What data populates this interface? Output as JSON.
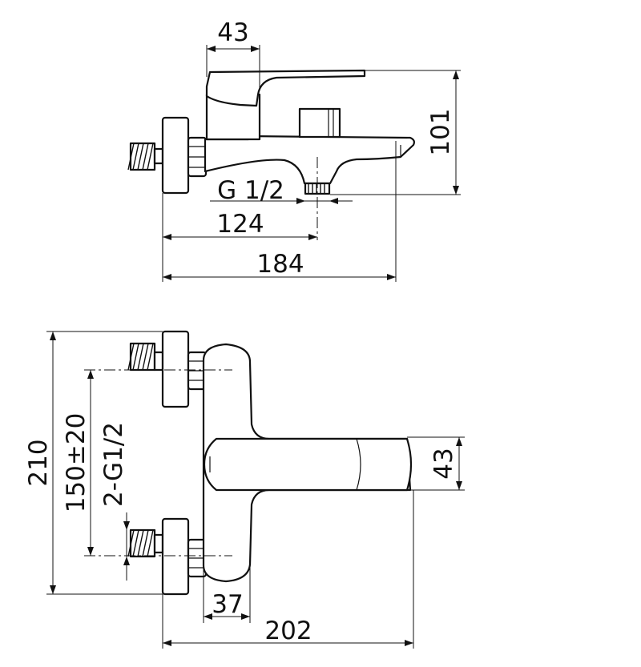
{
  "side_view": {
    "dim_top_width": "43",
    "dim_height": "101",
    "dim_thread": "G 1/2",
    "dim_outlet_offset": "124",
    "dim_total_length": "184"
  },
  "top_view": {
    "dim_overall_height": "210",
    "dim_inlet_spacing": "150±20",
    "dim_inlet_thread": "2-G1/2",
    "dim_handle_height": "43",
    "dim_body_width": "37",
    "dim_total_depth": "202"
  }
}
